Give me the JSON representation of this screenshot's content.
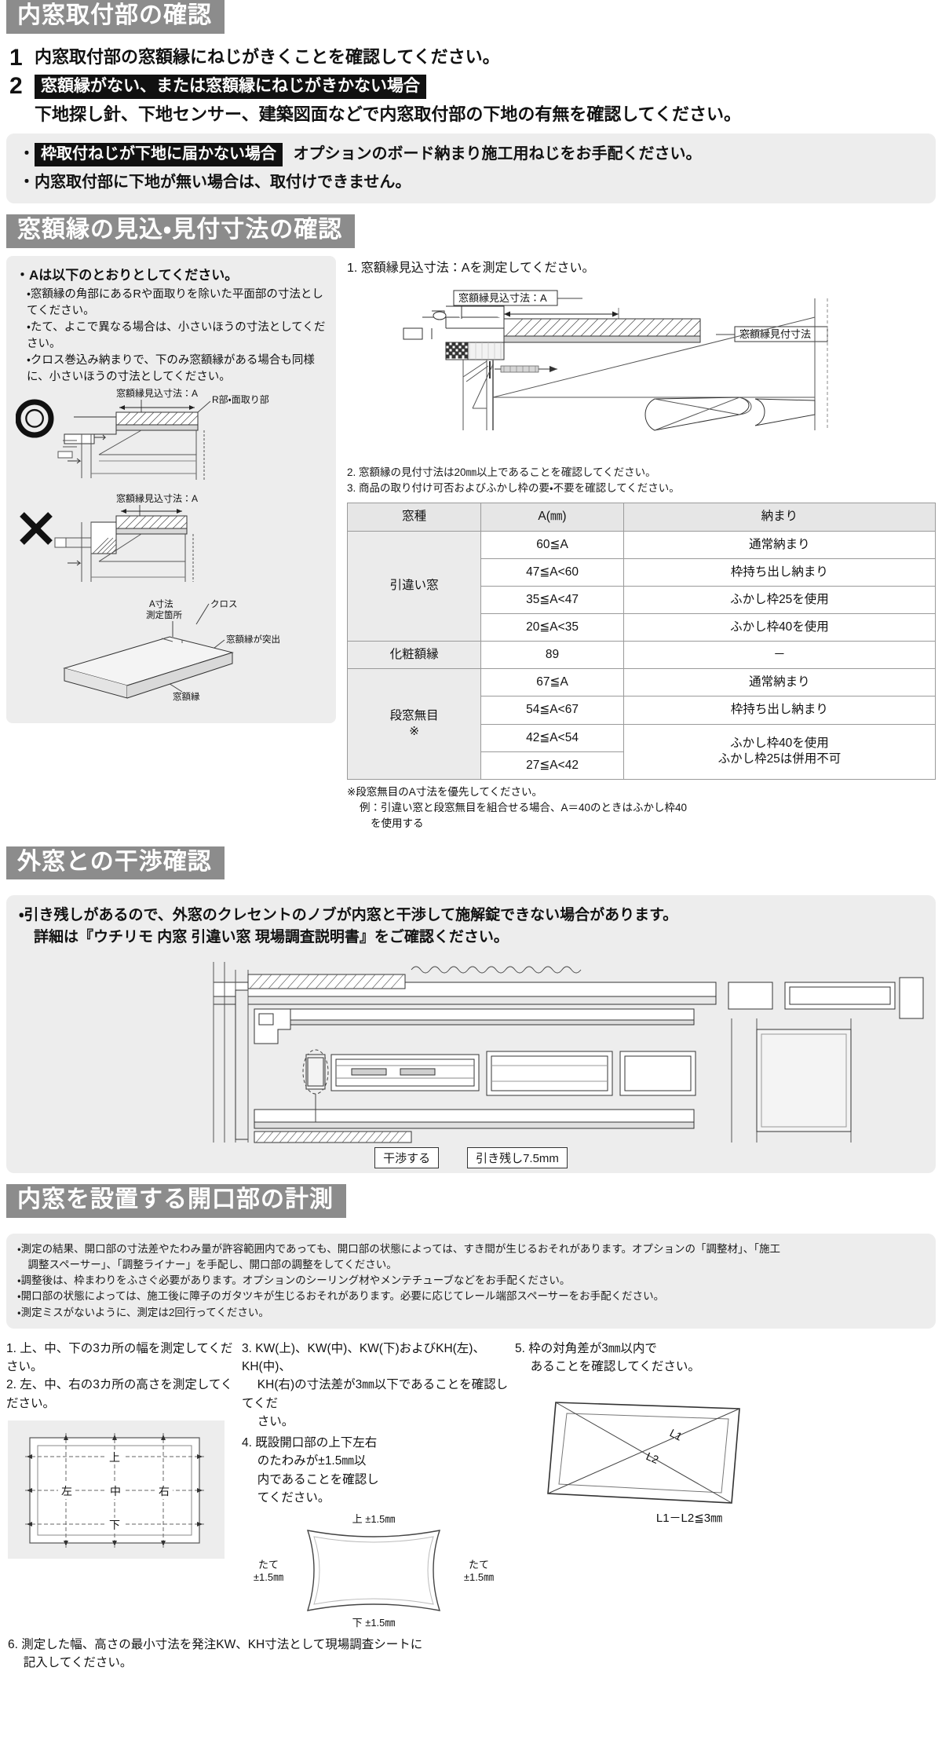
{
  "sections": [
    {
      "id": "install-check",
      "title": "内窓取付部の確認",
      "steps": [
        {
          "num": "1",
          "text": "内窓取付部の窓額縁にねじがきくことを確認してください。"
        },
        {
          "num": "2",
          "inverse_label": "窓額縁がない、または窓額縁にねじがきかない場合",
          "text": "下地探し針、下地センサー、建築図面などで内窓取付部の下地の有無を確認してください。"
        }
      ],
      "notes": [
        {
          "bullet": "・",
          "inverse_label": "枠取付ねじが下地に届かない場合",
          "text": "オプションのボード納まり施工用ねじをお手配ください。"
        },
        {
          "bullet": "・",
          "text": "内窓取付部に下地が無い場合は、取付けできません。"
        }
      ]
    },
    {
      "id": "frame-dimension",
      "title": "窓額縁の見込・見付寸法の確認",
      "left": {
        "bullets": [
          "・Aは以下のとおりとしてください。",
          "・窓額縁の角部にあるRや面取りを除いた平面部の寸法としてください。",
          "・たて、よこで異なる場合は、小さいほうの寸法としてください。",
          "・クロス巻込み納まりで、下のみ窓額縁がある場合も同様に、小さいほうの寸法としてください。"
        ],
        "ok_label": "○",
        "ng_label": "×",
        "diagram_labels": {
          "mikomi_ok": "窓額縁見込寸法：A",
          "r_chamfer": "R部・面取り部",
          "mikomi_ng": "窓額縁見込寸法：A",
          "a_measure": "A寸法\n測定箇所",
          "a_measure_l1": "A寸法",
          "a_measure_l2": "測定箇所",
          "cloth": "クロス",
          "protrude": "窓額縁が突出",
          "frame": "窓額縁"
        }
      },
      "right": {
        "step1": "1. 窓額縁見込寸法：Aを測定してください。",
        "diagram_labels": {
          "mikomi": "窓額縁見込寸法：A",
          "mitsuke": "窓額縁見付寸法"
        },
        "step2": "2. 窓額縁の見付寸法は20㎜以上であることを確認してください。",
        "step3": "3. 商品の取り付け可否およびふかし枠の要・不要を確認してください。",
        "table": {
          "headers": [
            "窓種",
            "A(㎜)",
            "納まり"
          ],
          "rows": [
            {
              "type": "引違い窓",
              "rowspan": 4,
              "a": "60≦A",
              "fit": "通常納まり"
            },
            {
              "a": "47≦A<60",
              "fit": "枠持ち出し納まり"
            },
            {
              "a": "35≦A<47",
              "fit": "ふかし枠25を使用"
            },
            {
              "a": "20≦A<35",
              "fit": "ふかし枠40を使用"
            },
            {
              "type": "化粧額縁",
              "rowspan": 1,
              "a": "89",
              "fit": "－"
            },
            {
              "type": "段窓無目\n※",
              "rowspan": 4,
              "a": "67≦A",
              "fit": "通常納まり"
            },
            {
              "a": "54≦A<67",
              "fit": "枠持ち出し納まり"
            },
            {
              "a": "42≦A<54",
              "fit": "ふかし枠40を使用\nふかし枠25は併用不可"
            },
            {
              "a": "27≦A<42",
              "fit": ""
            }
          ],
          "type_danmado_l1": "段窓無目",
          "type_danmado_l2": "※",
          "merged_fit_l1": "ふかし枠40を使用",
          "merged_fit_l2": "ふかし枠25は併用不可"
        },
        "footnotes": [
          "※段窓無目のA寸法を優先してください。",
          "例：引違い窓と段窓無目を組合せる場合、A＝40のときはふかし枠40",
          "を使用する"
        ]
      }
    },
    {
      "id": "outer-window",
      "title": "外窓との干渉確認",
      "notes": [
        "・引き残しがあるので、外窓のクレセントのノブが内窓と干渉して施解錠できない場合があります。",
        "　詳細は『ウチリモ 内窓 引違い窓 現場調査説明書』をご確認ください。"
      ],
      "diagram_labels": {
        "interfere": "干渉する",
        "remaining": "引き残し7.5mm"
      }
    },
    {
      "id": "opening-measure",
      "title": "内窓を設置する開口部の計測",
      "notes": [
        "・測定の結果、開口部の寸法差やたわみ量が許容範囲内であっても、開口部の状態によっては、すき間が生じるおそれがあります。オプションの「調整材」、「施工",
        "　調整スペーサー」、「調整ライナー」を手配し、開口部の調整をしてください。",
        "・調整後は、枠まわりをふさぐ必要があります。オプションのシーリング材やメンテチューブなどをお手配ください。",
        "・開口部の状態によっては、施工後に障子のガタツキが生じるおそれがあります。必要に応じてレール端部スペーサーをお手配ください。",
        "・測定ミスがないように、測定は2回行ってください。"
      ],
      "col1": {
        "items": [
          "1. 上、中、下の3カ所の幅を測定してください。",
          "2. 左、中、右の3カ所の高さを測定してください。"
        ],
        "diagram_labels": {
          "top": "上",
          "middle": "中",
          "bottom": "下",
          "left": "左",
          "center": "中",
          "right": "右"
        }
      },
      "col2": {
        "items": [
          "3. KW(上)、KW(中)、KW(下)およびKH(左)、KH(中)、",
          "　 KH(右)の寸法差が3㎜以下であることを確認してくだ",
          "　 さい。",
          "4. 既設開口部の上下左右",
          "　 のたわみが±1.5㎜以",
          "　 内であることを確認し",
          "　 てください。"
        ],
        "diagram_labels": {
          "top": "上 ±1.5㎜",
          "bottom": "下 ±1.5㎜",
          "left_l1": "たて",
          "left_l2": "±1.5㎜",
          "right_l1": "たて",
          "right_l2": "±1.5㎜"
        }
      },
      "col3": {
        "items": [
          "5. 枠の対角差が3㎜以内で",
          "　 あることを確認してください。"
        ],
        "diagram_labels": {
          "l1": "L1",
          "l2": "L2",
          "formula": "L1－L2≦3㎜"
        }
      },
      "footer": [
        "6. 測定した幅、高さの最小寸法を発注KW、KH寸法として現場調査シートに",
        "　 記入してください。"
      ]
    }
  ],
  "colors": {
    "header_bar": "#8c8c8c",
    "note_bg": "#ededed",
    "inverse_bg": "#111111",
    "table_head": "#e6e6e6",
    "table_rowhead": "#ebebeb",
    "line": "#9a9a9a"
  }
}
